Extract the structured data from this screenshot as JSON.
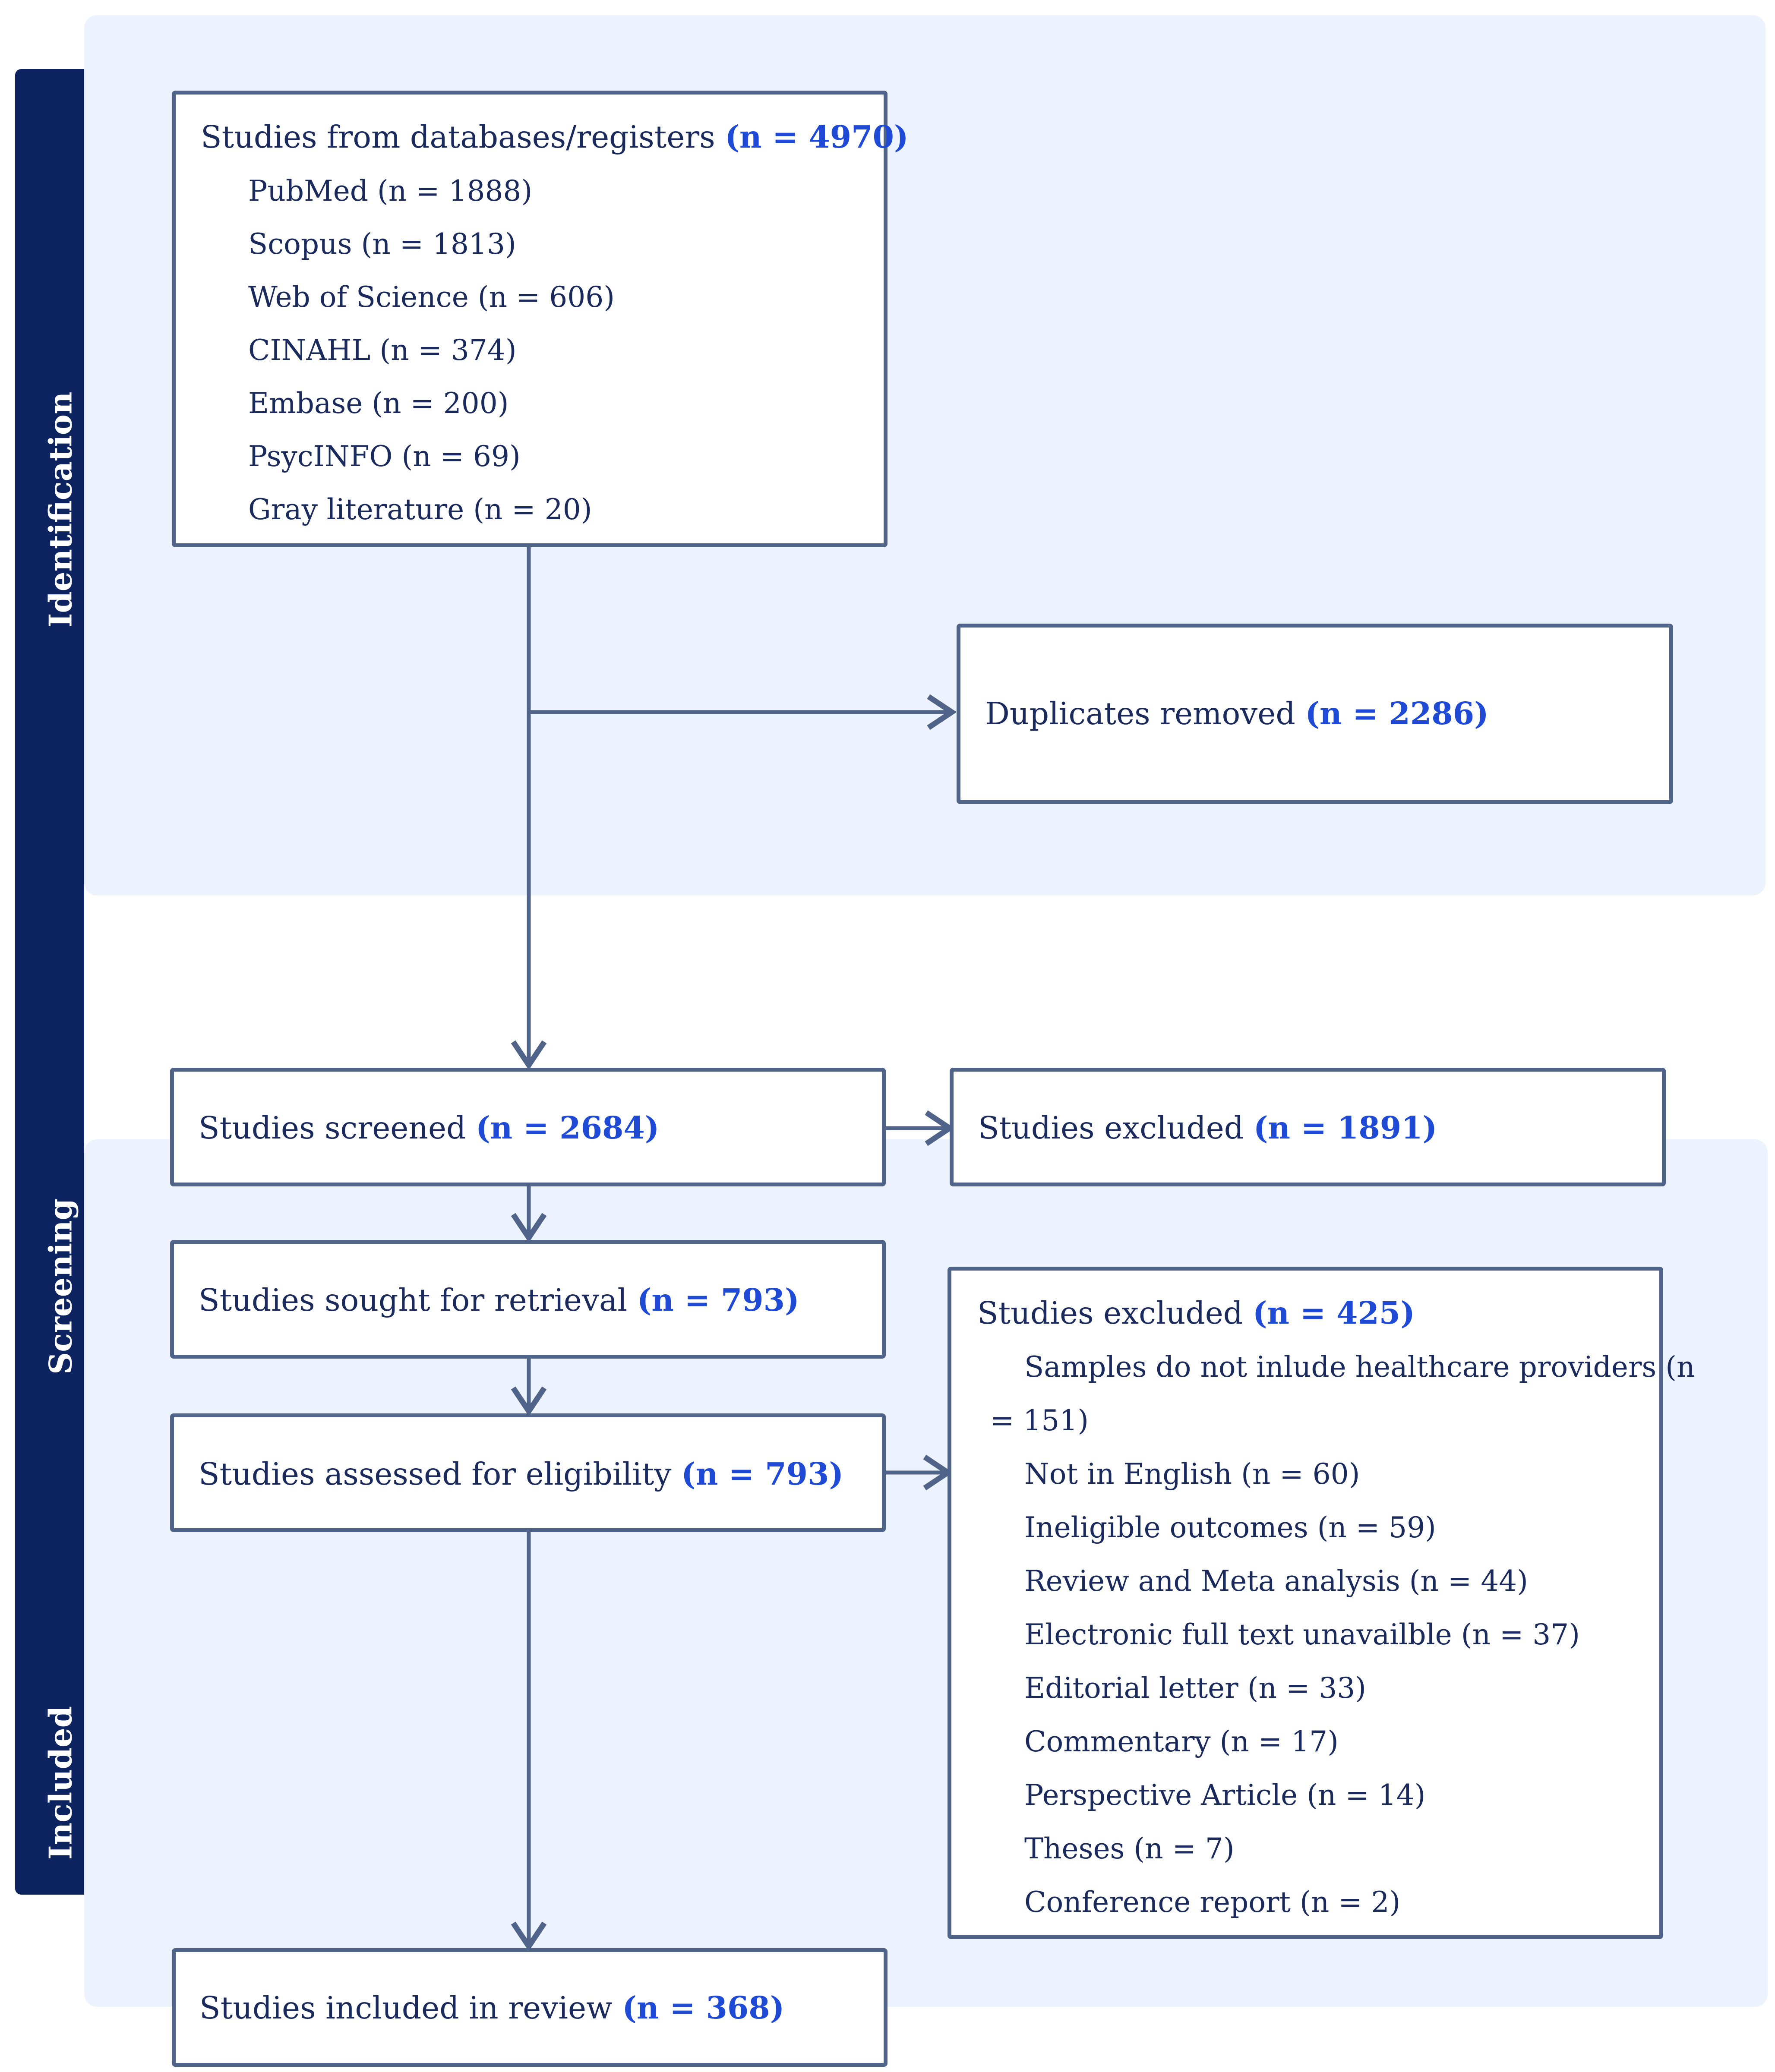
{
  "stages": {
    "identification": "Identification",
    "screening": "Screening",
    "included": "Included"
  },
  "identification_box": {
    "label": "Studies from databases/registers",
    "count": "(n = 4970)",
    "sources": [
      "PubMed (n = 1888)",
      "Scopus (n = 1813)",
      "Web of Science (n = 606)",
      "CINAHL (n = 374)",
      "Embase (n = 200)",
      "PsycINFO (n = 69)",
      "Gray literature (n = 20)"
    ]
  },
  "duplicates_box": {
    "label": "Duplicates removed",
    "count": "(n = 2286)"
  },
  "screened_box": {
    "label": "Studies screened",
    "count": "(n = 2684)"
  },
  "excluded_screen_box": {
    "label": "Studies excluded",
    "count": "(n = 1891)"
  },
  "retrieval_box": {
    "label": "Studies sought for retrieval",
    "count": "(n = 793)"
  },
  "eligibility_box": {
    "label": "Studies assessed for eligibility",
    "count": "(n = 793)"
  },
  "excluded_full_box": {
    "label": "Studies excluded",
    "count": "(n = 425)",
    "reason_first_line": "Samples do not inlude healthcare providers (n",
    "reason_first_line_cont": "= 151)",
    "reasons": [
      "Not in English (n = 60)",
      "Ineligible outcomes (n = 59)",
      "Review and Meta analysis (n = 44)",
      "Electronic full text unavailble (n = 37)",
      "Editorial letter (n = 33)",
      "Commentary (n = 17)",
      "Perspective Article (n = 14)",
      "Theses (n = 7)",
      "Conference report (n = 2)"
    ]
  },
  "included_box": {
    "label": "Studies included in review",
    "count": "(n = 368)"
  },
  "colors": {
    "panel": "#edf3fe",
    "sidebar": "#0d2461",
    "box_border": "#4f6488",
    "arrow": "#4f6488",
    "text": "#1a2a5c",
    "count": "#1f4ad6"
  }
}
